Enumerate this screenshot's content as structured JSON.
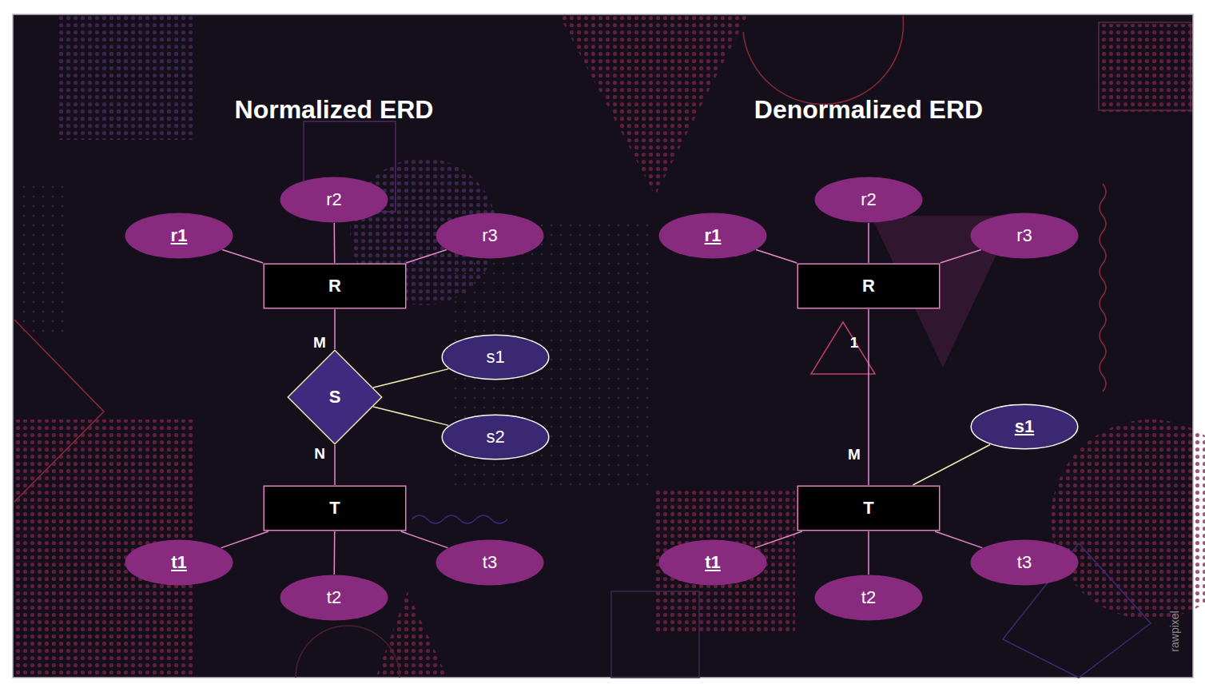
{
  "diagram": {
    "nodes": [
      {
        "text": [
          "r2"
        ]
      },
      {
        "text": [
          "r1"
        ]
      },
      {
        "text": [
          "r3"
        ]
      },
      {
        "text": [
          "R"
        ]
      },
      {
        "text": [
          "S"
        ]
      },
      {
        "text": [
          "s1"
        ]
      },
      {
        "text": [
          "s2"
        ]
      },
      {
        "text": [
          "T"
        ]
      },
      {
        "text": [
          "t1"
        ]
      },
      {
        "text": [
          "t3"
        ]
      },
      {
        "text": [
          "t2"
        ]
      },
      {
        "text": [
          "r2"
        ]
      },
      {
        "text": [
          "r1"
        ]
      },
      {
        "text": [
          "r3"
        ]
      },
      {
        "text": [
          "R"
        ]
      },
      {
        "text": [
          "s1"
        ]
      },
      {
        "text": [
          "T"
        ]
      },
      {
        "text": [
          "t1"
        ]
      },
      {
        "text": [
          "t3"
        ]
      },
      {
        "text": [
          "t2"
        ]
      }
    ],
    "edges": [
      {
        "from": 1,
        "to": 3,
        "arrow": "none"
      },
      {
        "from": 0,
        "to": 3,
        "arrow": "none"
      },
      {
        "from": 2,
        "to": 3,
        "arrow": "none"
      },
      {
        "from": 3,
        "to": 4,
        "arrow": "none"
      },
      {
        "from": 4,
        "to": 5,
        "arrow": "none"
      },
      {
        "from": 4,
        "to": 6,
        "arrow": "none"
      },
      {
        "from": 4,
        "to": 7,
        "arrow": "none"
      },
      {
        "from": 7,
        "to": 8,
        "arrow": "none"
      },
      {
        "from": 7,
        "to": 10,
        "arrow": "none"
      },
      {
        "from": 7,
        "to": 9,
        "arrow": "none"
      },
      {
        "from": 12,
        "to": 14,
        "arrow": "none"
      },
      {
        "from": 11,
        "to": 14,
        "arrow": "none"
      },
      {
        "from": 13,
        "to": 14,
        "arrow": "none"
      },
      {
        "from": 14,
        "to": 16,
        "arrow": "none"
      },
      {
        "from": 16,
        "to": 15,
        "arrow": "none"
      },
      {
        "from": 16,
        "to": 17,
        "arrow": "none"
      },
      {
        "from": 16,
        "to": 19,
        "arrow": "none"
      },
      {
        "from": 16,
        "to": 18,
        "arrow": "none"
      }
    ],
    "labels": [
      "Normalized ERD",
      "Denormalized ERD",
      "M",
      "N",
      "1",
      "M",
      "rawpixel"
    ]
  }
}
